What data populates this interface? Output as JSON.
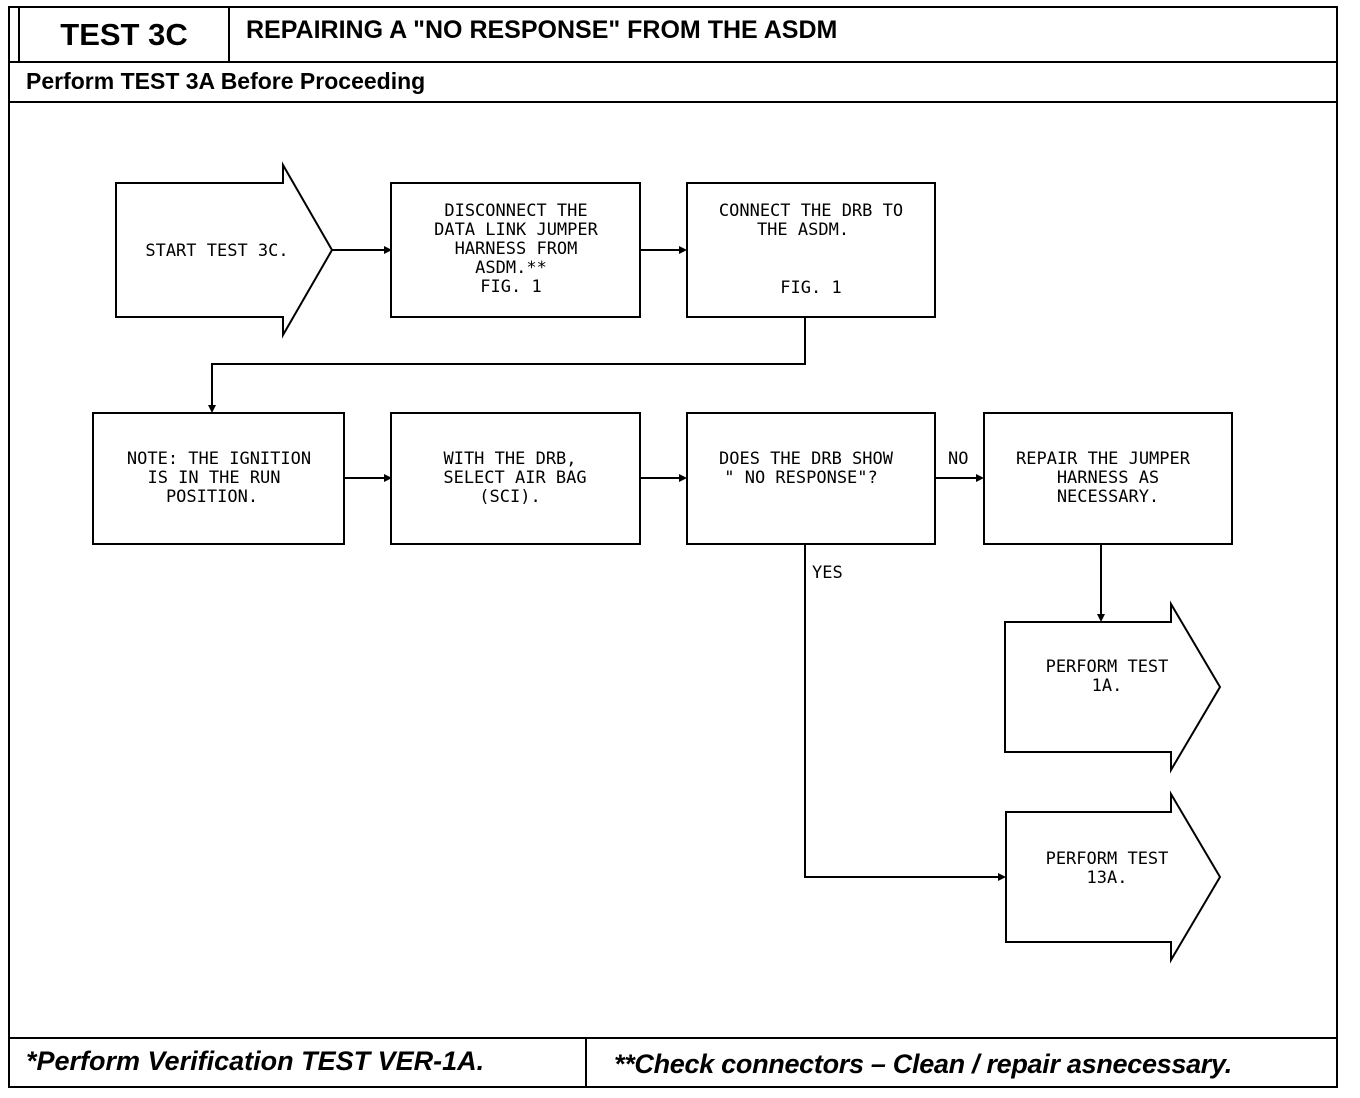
{
  "header": {
    "test_id": "TEST 3C",
    "title": "REPAIRING A \"NO RESPONSE\" FROM THE ASDM",
    "subtitle": "Perform TEST 3A Before Proceeding"
  },
  "flow": {
    "start": "START TEST 3C.",
    "step_disconnect": [
      "DISCONNECT THE",
      "DATA LINK JUMPER",
      "HARNESS FROM",
      "ASDM.**",
      "FIG. 1"
    ],
    "step_connect": [
      "CONNECT THE DRB TO",
      "THE ASDM.",
      "FIG. 1"
    ],
    "step_note": [
      "NOTE: THE IGNITION",
      "IS IN THE RUN",
      "POSITION."
    ],
    "step_select": [
      "WITH THE DRB,",
      "SELECT AIR BAG",
      "(SCI)."
    ],
    "decision": [
      "DOES THE DRB SHOW",
      "\" NO RESPONSE\"?"
    ],
    "label_no": "NO",
    "label_yes": "YES",
    "step_repair": [
      "REPAIR THE JUMPER",
      "HARNESS AS",
      "NECESSARY."
    ],
    "end_1a": [
      "PERFORM TEST",
      "1A."
    ],
    "end_13a": [
      "PERFORM TEST",
      "13A."
    ]
  },
  "footer": {
    "left": "*Perform Verification TEST VER-1A.",
    "right": "**Check connectors – Clean / repair asnecessary."
  }
}
